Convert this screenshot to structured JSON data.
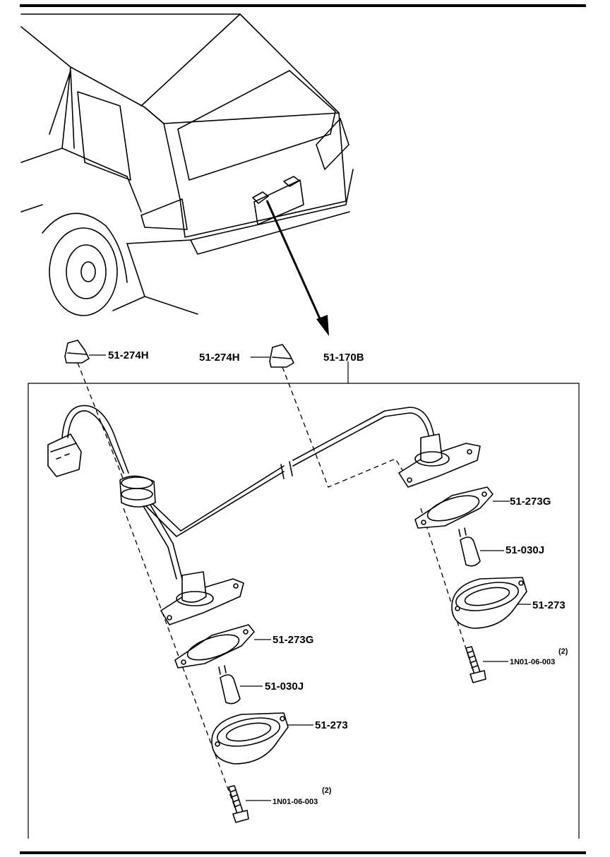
{
  "parts": {
    "cover_left": "51-274H",
    "cover_right": "51-274H",
    "harness": "51-170B",
    "gasket_right": "51-273G",
    "bulb_right": "51-030J",
    "lens_right": "51-273",
    "screw_right": "1N01-06-003",
    "screw_right_qty": "(2)",
    "gasket_left": "51-273G",
    "bulb_left": "51-030J",
    "lens_left": "51-273",
    "screw_left": "1N01-06-003",
    "screw_left_qty": "(2)"
  }
}
